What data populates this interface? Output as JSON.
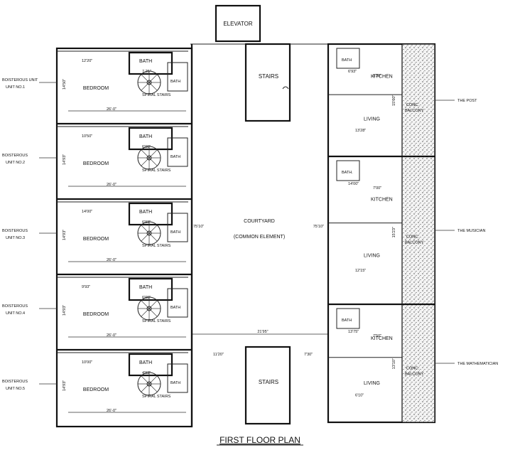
{
  "title": "FIRST FLOOR PLAN",
  "elevator": "ELEVATOR",
  "stairs_top": "STAIRS",
  "stairs_bottom": "STAIRS",
  "courtyard": {
    "line1": "COURTYARD",
    "line2": "(COMMON ELEMENT)",
    "width": "21'95\"",
    "height_left": "75'10\"",
    "height_right": "75'10\"",
    "d_left": "11'20\"",
    "d_right": "7'30\""
  },
  "left_units": [
    {
      "label1": "BOISTEROUS UNIT",
      "label2": "UNIT NO.1",
      "bedroom": "BEDROOM",
      "bath": "BATH",
      "bath2": "BATH",
      "stair": "SPIRAL STAIRS",
      "w": "26'-0\"",
      "top": "12'20\"",
      "bdim": "7.25\"",
      "h": "14'50\""
    },
    {
      "label1": "BOISTEROUS",
      "label2": "UNIT NO.2",
      "bedroom": "BEDROOM",
      "bath": "BATH",
      "bath2": "BATH",
      "stair": "SPIRAL STAIRS",
      "w": "26'-0\"",
      "top": "10'50\"",
      "bdim": "6'00\"",
      "h": "14'93\""
    },
    {
      "label1": "BOISTEROUS",
      "label2": "UNIT NO.3",
      "bedroom": "BEDROOM",
      "bath": "BATH",
      "bath2": "BATH",
      "stair": "SPIRAL STAIRS",
      "w": "26'-0\"",
      "top": "14'00\"",
      "bdim": "6'93\"",
      "h": "14'93\""
    },
    {
      "label1": "BOISTEROUS",
      "label2": "UNIT NO.4",
      "bedroom": "BEDROOM",
      "bath": "BATH",
      "bath2": "BATH",
      "stair": "SPIRAL STAIRS",
      "w": "26'-0\"",
      "top": "9'93\"",
      "bdim": "6'00\"",
      "h": "14'93\""
    },
    {
      "label1": "BOISTEROUS",
      "label2": "UNIT NO.5",
      "bedroom": "BEDROOM",
      "bath": "BATH",
      "bath2": "BATH",
      "stair": "SPIRAL STAIRS",
      "w": "26'-0\"",
      "top": "10'00\"",
      "bdim": "4'93\"",
      "h": "14'93\""
    }
  ],
  "right_units": [
    {
      "name": "THE POST",
      "kitchen": "KITCHEN",
      "living": "LIVING",
      "bath": "BATH",
      "balcony1": "CONC.",
      "balcony2": "BALCONY",
      "d1": "6'93\"",
      "d2": "8'30\"",
      "d3": "13'28\"",
      "d4": "15'60\""
    },
    {
      "name": "THE MUSICIAN",
      "kitchen": "KITCHEN",
      "living": "LIVING",
      "bath": "BATH.",
      "balcony1": "CONC.",
      "balcony2": "BALCONY",
      "d1": "14'00\"",
      "d2": "7'00\"",
      "d3": "12'15\"",
      "d4": "15'23\""
    },
    {
      "name": "THE MATHEMATICIAN",
      "kitchen": "KITCHEN",
      "living": "LIVING",
      "bath": "BATH",
      "balcony1": "CONC.",
      "balcony2": "BALCONY",
      "d1": "13'75\"",
      "d2": "7'50\"",
      "d3": "6'10\"",
      "d4": "13'10\""
    }
  ]
}
